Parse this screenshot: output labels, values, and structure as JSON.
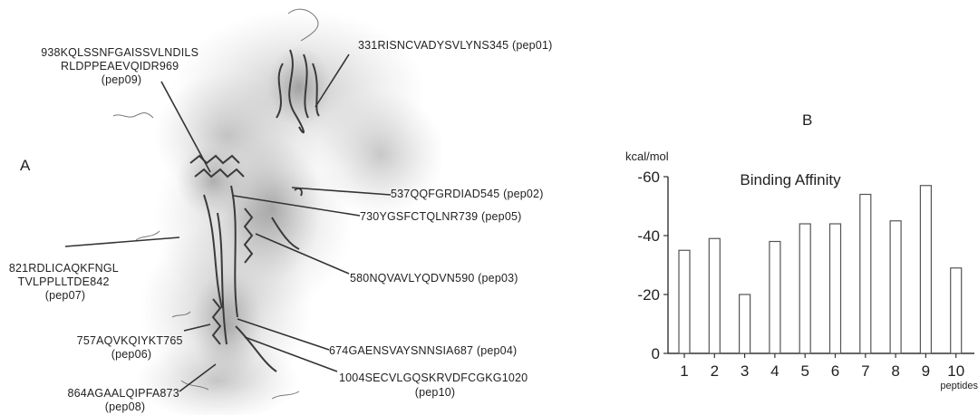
{
  "panel_a": {
    "letter": "A",
    "labels": [
      {
        "lines": [
          "331RISNCVADYSVLYNS345 (pep01)"
        ]
      },
      {
        "lines": [
          "938KQLSSNFGAISSVLNDILS",
          "RLDPPEAEVQIDR969",
          "(pep09)"
        ]
      },
      {
        "lines": [
          "537QQFGRDIAD545 (pep02)"
        ]
      },
      {
        "lines": [
          "730YGSFCTQLNR739 (pep05)"
        ]
      },
      {
        "lines": [
          "580NQVAVLYQDVN590 (pep03)"
        ]
      },
      {
        "lines": [
          "821RDLICAQKFNGL",
          "TVLPPLLTDE842",
          "(pep07)"
        ]
      },
      {
        "lines": [
          "674GAENSVAYSNNSIA687 (pep04)"
        ]
      },
      {
        "lines": [
          "757AQVKQIYKT765",
          "(pep06)"
        ]
      },
      {
        "lines": [
          "1004SECVLGQSKRVDFCGKG1020",
          "(pep10)"
        ]
      },
      {
        "lines": [
          "864AGAALQIPFA873",
          "(pep08)"
        ]
      }
    ]
  },
  "panel_b": {
    "letter": "B"
  },
  "chart_data": {
    "type": "bar",
    "title": "Binding Affinity",
    "ylabel": "kcal/mol",
    "xlabel": "peptides",
    "categories": [
      "1",
      "2",
      "3",
      "4",
      "5",
      "6",
      "7",
      "8",
      "9",
      "10"
    ],
    "values": [
      -35,
      -39,
      -20,
      -38,
      -44,
      -44,
      -54,
      -45,
      -57,
      -29
    ],
    "yticks": [
      "0",
      "-20",
      "-40",
      "-60"
    ],
    "ylim": [
      0,
      -60
    ],
    "axis_reversed": true,
    "grid": false,
    "legend": "none",
    "bar_fill": "#ffffff",
    "bar_stroke": "#555555"
  }
}
